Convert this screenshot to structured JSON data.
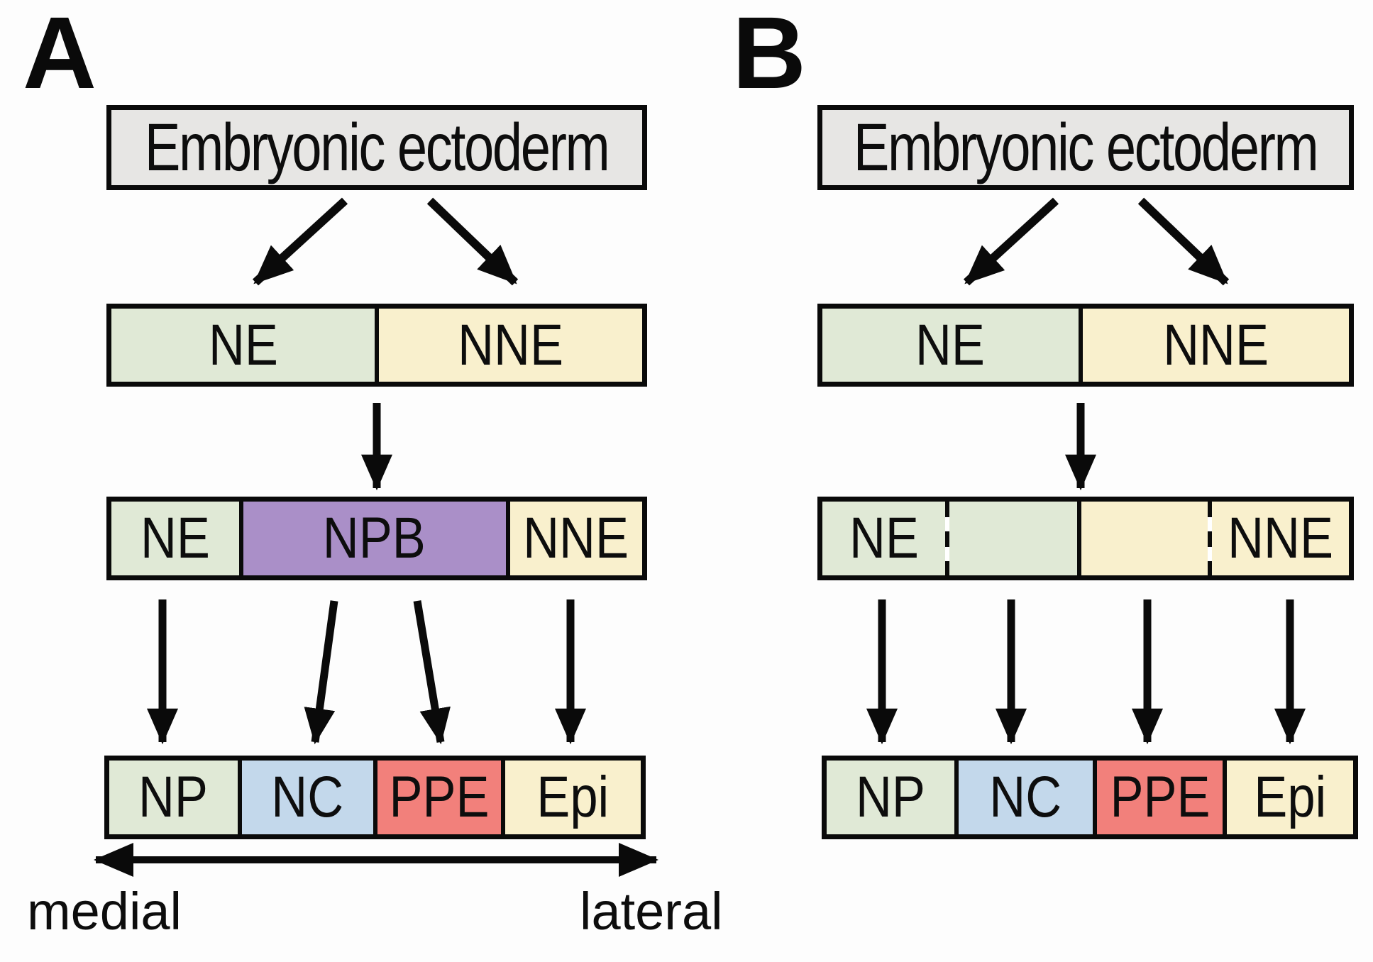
{
  "panel_a": {
    "label": "A",
    "box1": {
      "label": "Embryonic ectoderm"
    },
    "box2": {
      "sections": [
        {
          "label": "NE"
        },
        {
          "label": "NNE"
        }
      ]
    },
    "box3": {
      "sections": [
        {
          "label": "NE"
        },
        {
          "label": "NPB"
        },
        {
          "label": "NNE"
        }
      ]
    },
    "box4": {
      "sections": [
        {
          "label": "NP"
        },
        {
          "label": "NC"
        },
        {
          "label": "PPE"
        },
        {
          "label": "Epi"
        }
      ]
    },
    "axis": {
      "left": "medial",
      "right": "lateral"
    }
  },
  "panel_b": {
    "label": "B",
    "box1": {
      "label": "Embryonic ectoderm"
    },
    "box2": {
      "sections": [
        {
          "label": "NE"
        },
        {
          "label": "NNE"
        }
      ]
    },
    "box3": {
      "sections": [
        {
          "label": "NE"
        },
        {
          "label": ""
        },
        {
          "label": ""
        },
        {
          "label": "NNE"
        }
      ]
    },
    "box4": {
      "sections": [
        {
          "label": "NP"
        },
        {
          "label": "NC"
        },
        {
          "label": "PPE"
        },
        {
          "label": "Epi"
        }
      ]
    }
  },
  "colors": {
    "ectoderm_gray": "#e7e6e4",
    "neural_ectoderm_green": "#e0e9d6",
    "non_neural_ectoderm_yellow": "#f9f0cd",
    "neural_plate_border_purple": "#aa8fc8",
    "neural_crest_blue": "#c3d8eb",
    "preplacodal_red": "#f2807b",
    "arrow_black": "#0a0a0a"
  }
}
